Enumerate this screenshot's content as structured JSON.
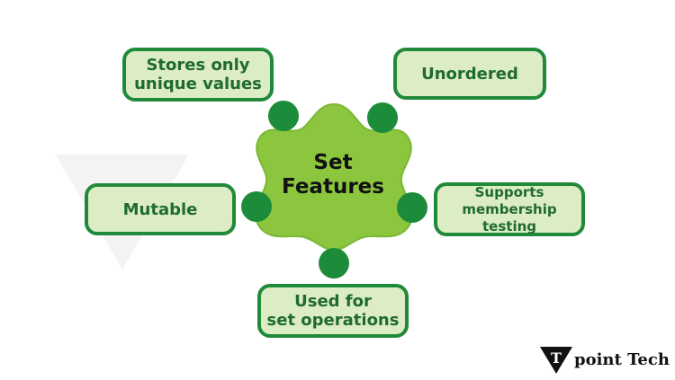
{
  "diagram": {
    "center_label": "Set\nFeatures",
    "nodes": [
      {
        "id": "unique",
        "label": "Stores only\nunique values"
      },
      {
        "id": "unordered",
        "label": "Unordered"
      },
      {
        "id": "mutable",
        "label": "Mutable"
      },
      {
        "id": "membership",
        "label": "Supports\nmembership testing"
      },
      {
        "id": "setops",
        "label": "Used for\nset operations"
      }
    ]
  },
  "logo": {
    "text": "point Tech",
    "letter": "T"
  },
  "colors": {
    "box_fill": "#dcecc4",
    "box_border": "#218a3a",
    "box_text": "#1f6b2f",
    "dot": "#1c8c3a",
    "center_fill": "#8cc63f",
    "center_stroke": "#6aa62a"
  }
}
